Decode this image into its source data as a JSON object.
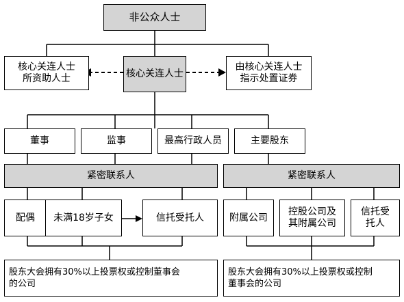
{
  "nodes": {
    "non_public": "非公众人士",
    "funded": "核心关连人士\n所资助人士",
    "core": "核心关连人士",
    "directed": "由核心关连人士\n指示处置证券",
    "director": "董事",
    "supervisor": "监事",
    "ceo": "最高行政人员",
    "major_shareholder": "主要股东",
    "close_associate_left": "紧密联系人",
    "close_associate_right": "紧密联系人",
    "spouse": "配偶",
    "minor_children": "未满18岁子女",
    "trustee_left": "信托受托人",
    "subsidiary": "附属公司",
    "holding_company": "控股公司及\n其附属公司",
    "trustee_right": "信托受\n托人",
    "company_left": "股东大会拥有30%以上投票权或控制董事会\n的公司",
    "company_right": "股东大会拥有30%以上投票权或控制\n董事会的公司"
  }
}
